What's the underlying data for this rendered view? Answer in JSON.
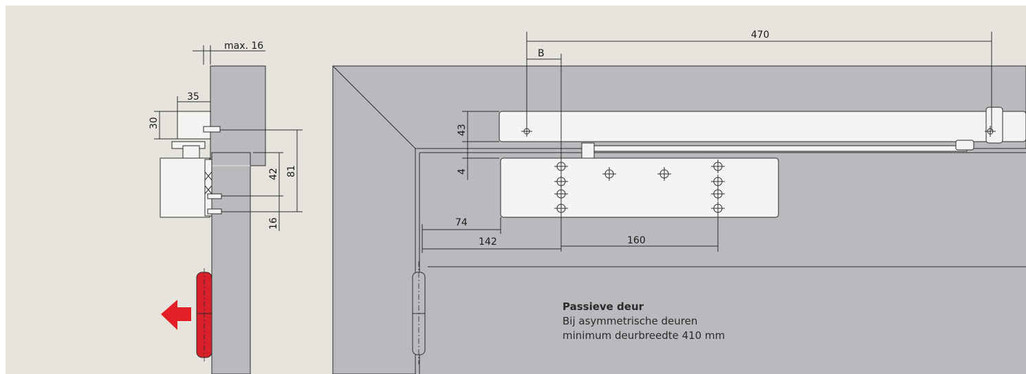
{
  "colors": {
    "background": "#e6e4dd",
    "wall": "#b9babd",
    "bracket": "#f4f4f2",
    "arrow": "#e31e24",
    "hinge": "#d8202a",
    "line": "#2b2b2b"
  },
  "dimensions": {
    "max_16": "max. 16",
    "d35": "35",
    "d30": "30",
    "d42": "42",
    "d81": "81",
    "d16": "16",
    "d470": "470",
    "dB": "B",
    "d43": "43",
    "d4": "4",
    "d74": "74",
    "d142": "142",
    "d160": "160"
  },
  "note": {
    "title": "Passieve deur",
    "line1": "Bij asymmetrische deuren",
    "line2": "minimum deurbreedte 410 mm"
  },
  "icons": {
    "direction_arrow": "left-arrow-icon",
    "mounting_hole": "crosshair-hole-icon"
  }
}
